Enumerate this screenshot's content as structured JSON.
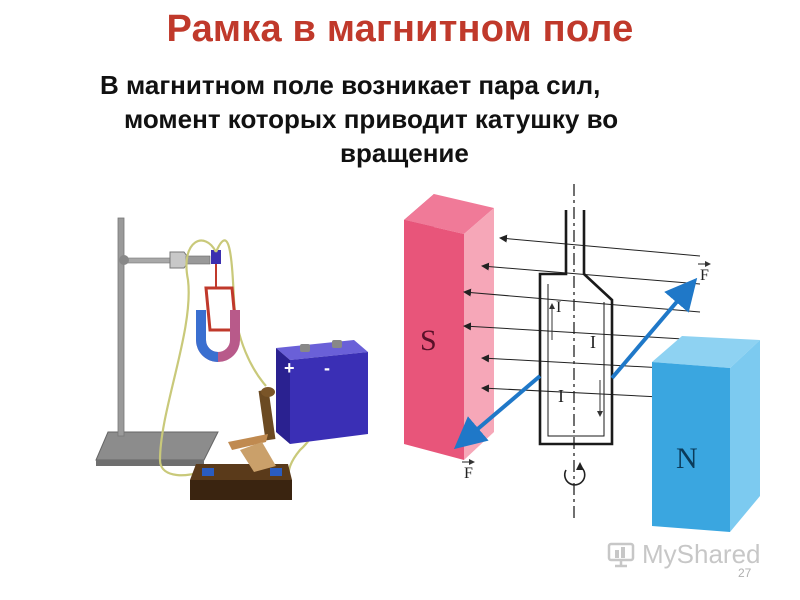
{
  "slide": {
    "title": "Рамка в магнитном поле",
    "text": {
      "line1": "В магнитном поле возникает пара сил,",
      "line2": "момент которых приводит катушку во",
      "line3": "вращение"
    },
    "page_number": "27"
  },
  "diagram": {
    "magnet_south_label": "S",
    "magnet_north_label": "N",
    "force_label_top": "F",
    "force_label_bottom": "F",
    "current_labels": [
      "I",
      "I",
      "I"
    ],
    "battery_plus": "+",
    "battery_minus": "-"
  },
  "watermark": {
    "text": "MyShared"
  },
  "colors": {
    "title": "#c0392b",
    "magnet_s": "#e8557a",
    "magnet_n": "#3aa6e0",
    "force_arrow": "#1f78c8",
    "battery": "#3a2fb5"
  }
}
